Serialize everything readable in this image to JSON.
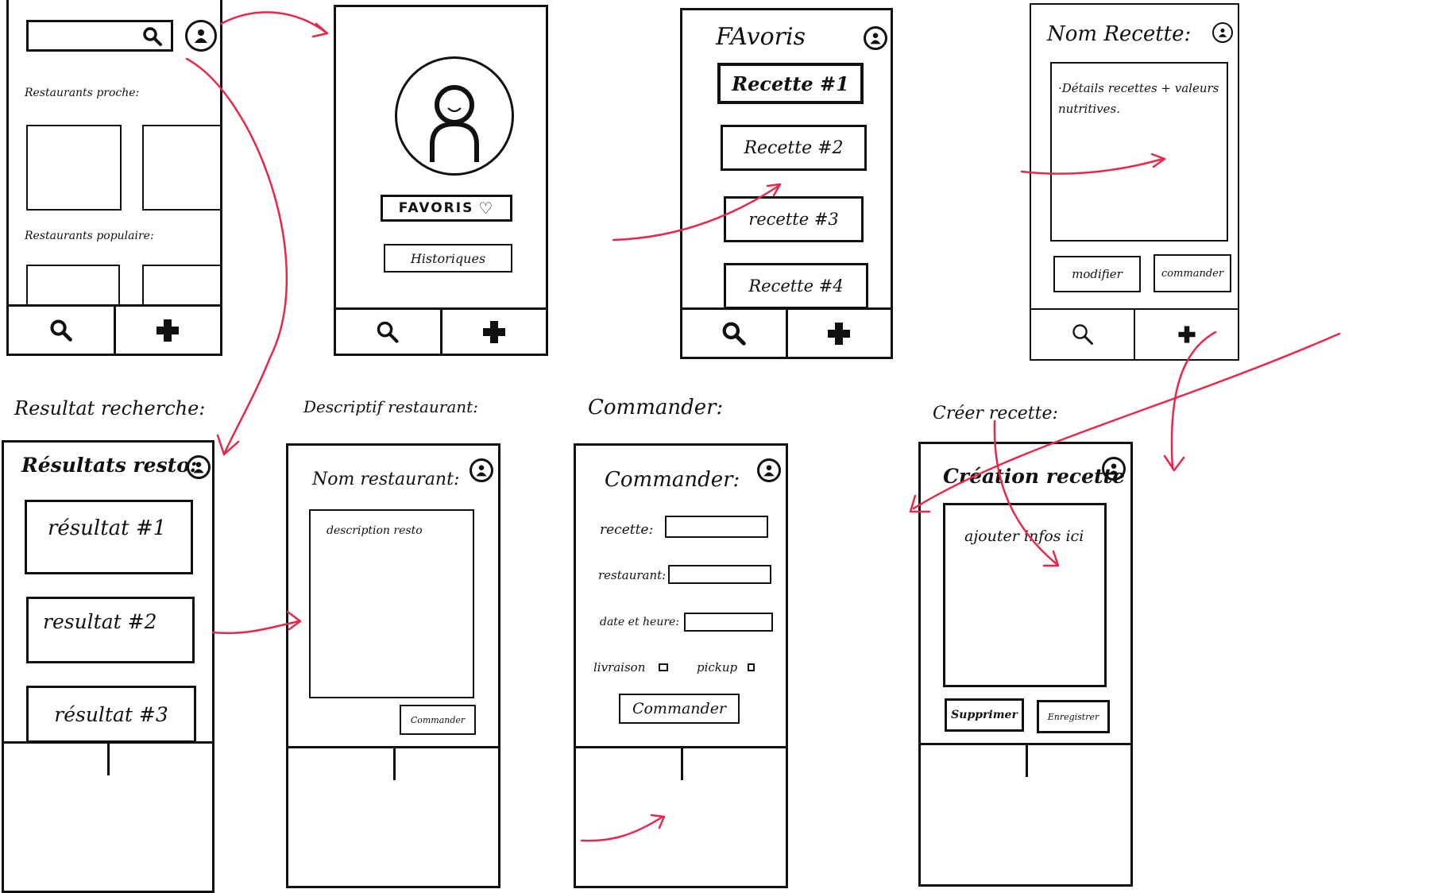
{
  "labels": {
    "search_results": "Resultat recherche:",
    "restaurant_desc": "Descriptif restaurant:",
    "order": "Commander:",
    "create_recipe": "Créer recette:"
  },
  "home": {
    "nearby": "Restaurants proche:",
    "popular": "Restaurants populaire:"
  },
  "profile": {
    "favorites_button": "FAVORIS",
    "history_button": "Historiques"
  },
  "favorites": {
    "title": "FAvoris",
    "items": [
      "Recette #1",
      "Recette #2",
      "recette #3",
      "Recette #4"
    ]
  },
  "recipe": {
    "title": "Nom Recette:",
    "details": "·Détails recettes + valeurs nutritives.",
    "modify_button": "modifier",
    "order_button": "commander"
  },
  "results": {
    "title": "Résultats resto:",
    "items": [
      "résultat #1",
      "resultat #2",
      "résultat #3"
    ]
  },
  "restaurant": {
    "title": "Nom restaurant:",
    "description": "description resto",
    "order_button": "Commander"
  },
  "order_form": {
    "title": "Commander:",
    "recipe_label": "recette:",
    "restaurant_label": "restaurant:",
    "datetime_label": "date et heure:",
    "delivery_label": "livraison",
    "pickup_label": "pickup",
    "submit_button": "Commander"
  },
  "create": {
    "title": "Création recette",
    "placeholder": "ajouter infos ici",
    "delete_button": "Supprimer",
    "save_button": "Enregistrer"
  },
  "colors": {
    "ink": "#111111",
    "arrow": "#e8284a"
  },
  "icons": [
    "search-icon",
    "plus-icon",
    "user-avatar-icon"
  ]
}
